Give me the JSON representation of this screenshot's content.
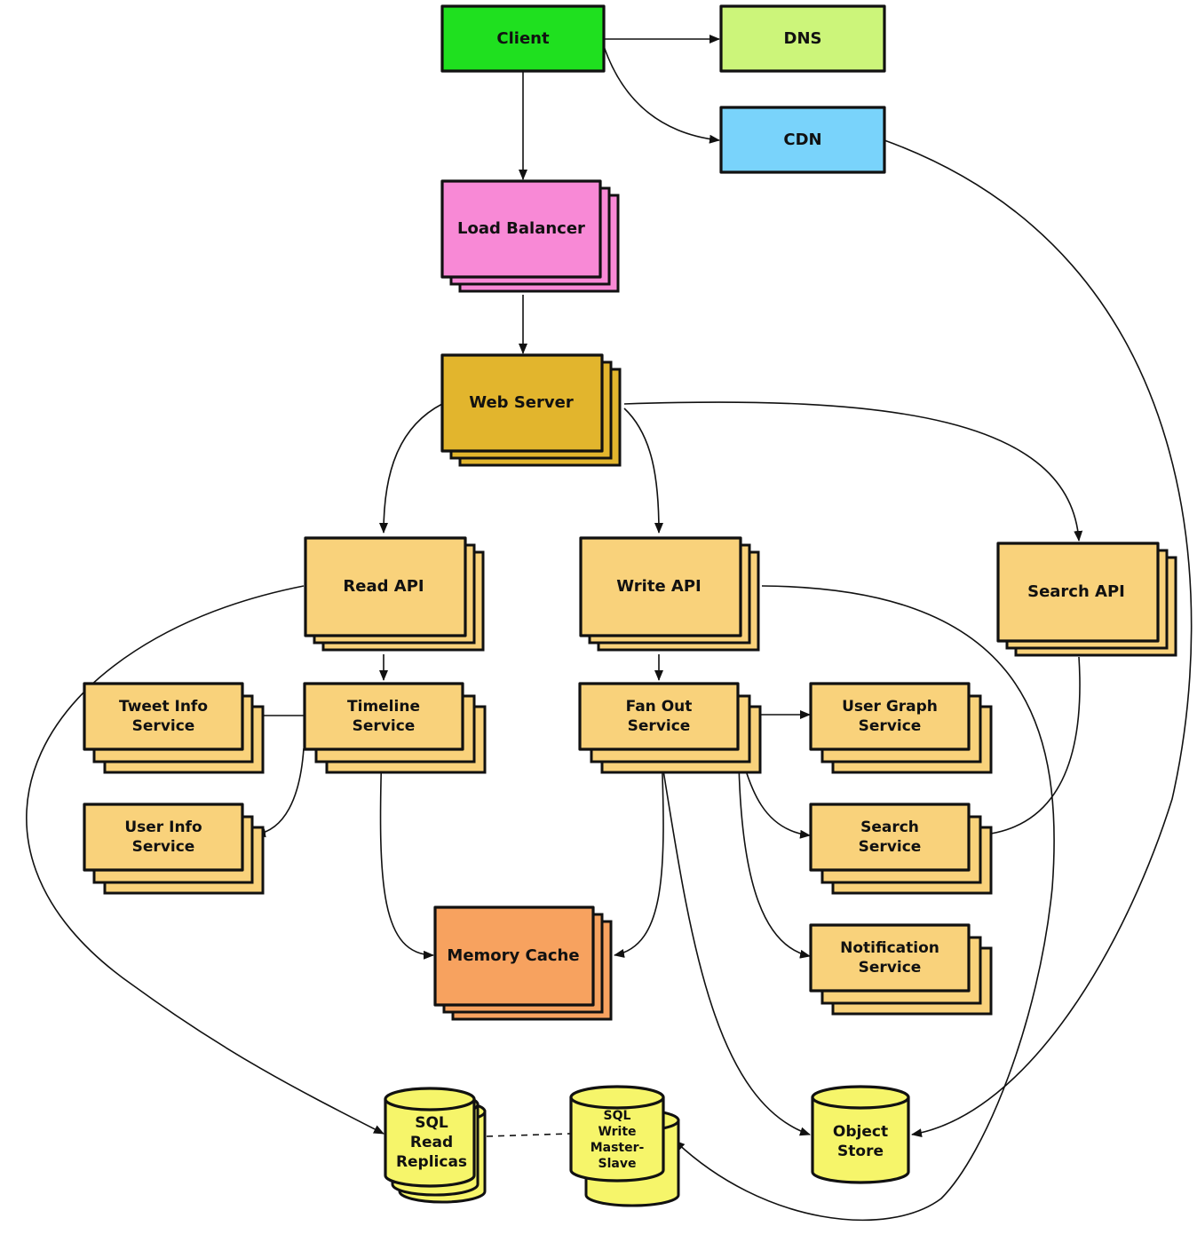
{
  "colors": {
    "client": "#1fe01f",
    "dns": "#ccf57a",
    "cdn": "#79d3fb",
    "load_balancer": "#f889d6",
    "web_server": "#e2b52d",
    "service": "#f9d27b",
    "memory_cache": "#f7a25f",
    "storage": "#f6f56a",
    "outline": "#111111"
  },
  "nodes": {
    "client": "Client",
    "dns": "DNS",
    "cdn": "CDN",
    "load_balancer": "Load Balancer",
    "web_server": "Web Server",
    "read_api": "Read API",
    "write_api": "Write API",
    "search_api": "Search API",
    "tweet_info_service": [
      "Tweet Info",
      "Service"
    ],
    "timeline_service": [
      "Timeline",
      "Service"
    ],
    "fan_out_service": [
      "Fan Out",
      "Service"
    ],
    "user_graph_service": [
      "User Graph",
      "Service"
    ],
    "user_info_service": [
      "User Info",
      "Service"
    ],
    "search_service": [
      "Search",
      "Service"
    ],
    "notification_service": [
      "Notification",
      "Service"
    ],
    "memory_cache": "Memory Cache",
    "sql_read_replicas": [
      "SQL",
      "Read",
      "Replicas"
    ],
    "sql_write_master_slave": [
      "SQL",
      "Write",
      "Master-",
      "Slave"
    ],
    "object_store": [
      "Object",
      "Store"
    ]
  },
  "edges": [
    {
      "from": "Client",
      "to": "DNS"
    },
    {
      "from": "Client",
      "to": "CDN"
    },
    {
      "from": "Client",
      "to": "Load Balancer"
    },
    {
      "from": "Load Balancer",
      "to": "Web Server"
    },
    {
      "from": "Web Server",
      "to": "Read API"
    },
    {
      "from": "Web Server",
      "to": "Write API"
    },
    {
      "from": "Web Server",
      "to": "Search API"
    },
    {
      "from": "Read API",
      "to": "Timeline Service"
    },
    {
      "from": "Read API",
      "to": "SQL Read Replicas"
    },
    {
      "from": "Timeline Service",
      "to": "Tweet Info Service"
    },
    {
      "from": "Timeline Service",
      "to": "User Info Service"
    },
    {
      "from": "Timeline Service",
      "to": "Memory Cache"
    },
    {
      "from": "Write API",
      "to": "Fan Out Service"
    },
    {
      "from": "Write API",
      "to": "SQL Write Master-Slave"
    },
    {
      "from": "Fan Out Service",
      "to": "User Graph Service"
    },
    {
      "from": "Fan Out Service",
      "to": "Search Service"
    },
    {
      "from": "Fan Out Service",
      "to": "Notification Service"
    },
    {
      "from": "Fan Out Service",
      "to": "Memory Cache"
    },
    {
      "from": "Fan Out Service",
      "to": "Object Store"
    },
    {
      "from": "Search API",
      "to": "Search Service"
    },
    {
      "from": "CDN",
      "to": "Object Store"
    },
    {
      "from": "SQL Read Replicas",
      "to": "SQL Write Master-Slave",
      "style": "dashed"
    }
  ]
}
